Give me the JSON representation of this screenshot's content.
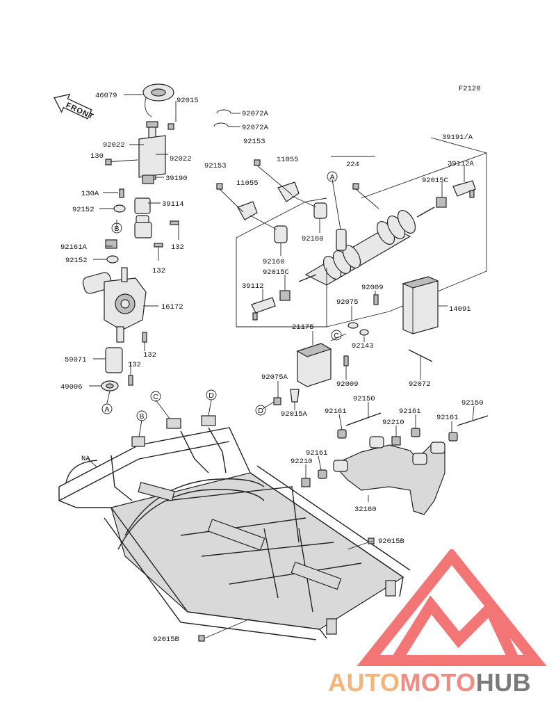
{
  "figure_code": "F2120",
  "front_label": "FRONT",
  "callouts": {
    "a": "A",
    "b": "B",
    "c": "C",
    "d": "D"
  },
  "parts": {
    "p46079": "46079",
    "p92015": "92015",
    "p92072A_1": "92072A",
    "p92072A_2": "92072A",
    "p92022_left": "92022",
    "p92022_right": "92022",
    "p130": "130",
    "p39190": "39190",
    "p130A": "130A",
    "p39114": "39114",
    "p92152_1": "92152",
    "p132_1": "132",
    "p92161A": "92161A",
    "p92152_2": "92152",
    "p132_2": "132",
    "p16172": "16172",
    "p132_3": "132",
    "p59071": "59071",
    "p132_4": "132",
    "p49006": "49006",
    "p92153_1": "92153",
    "p11055_1": "11055",
    "p92153_2": "92153",
    "p11055_2": "11055",
    "p224": "224",
    "p39191A": "39191/A",
    "p39112A": "39112A",
    "p92015C_1": "92015C",
    "p92160_1": "92160",
    "p92160_2": "92160",
    "p92015C_2": "92015C",
    "p39112": "39112",
    "p92009_1": "92009",
    "p92075": "92075",
    "p14091": "14091",
    "p21175": "21175",
    "p92143": "92143",
    "p92009_2": "92009",
    "p92075A": "92075A",
    "p92015A": "92015A",
    "p92072": "92072",
    "p92150_1": "92150",
    "p92150_2": "92150",
    "p92161_1": "92161",
    "p92161_2": "92161",
    "p92210_1": "92210",
    "p92161_3": "92161",
    "p92161_4": "92161",
    "p92210_2": "92210",
    "p32160": "32160",
    "pNA": "NA",
    "p92015B_1": "92015B",
    "p92015B_2": "92015B"
  },
  "watermark": {
    "part1": "AUTO",
    "part2": "MOTO",
    "part3": "HUB",
    "color_auto": "#f5b57a",
    "color_moto": "#f08c84",
    "color_hub": "#7a7a7a",
    "triangle_color": "#f26b6b"
  }
}
